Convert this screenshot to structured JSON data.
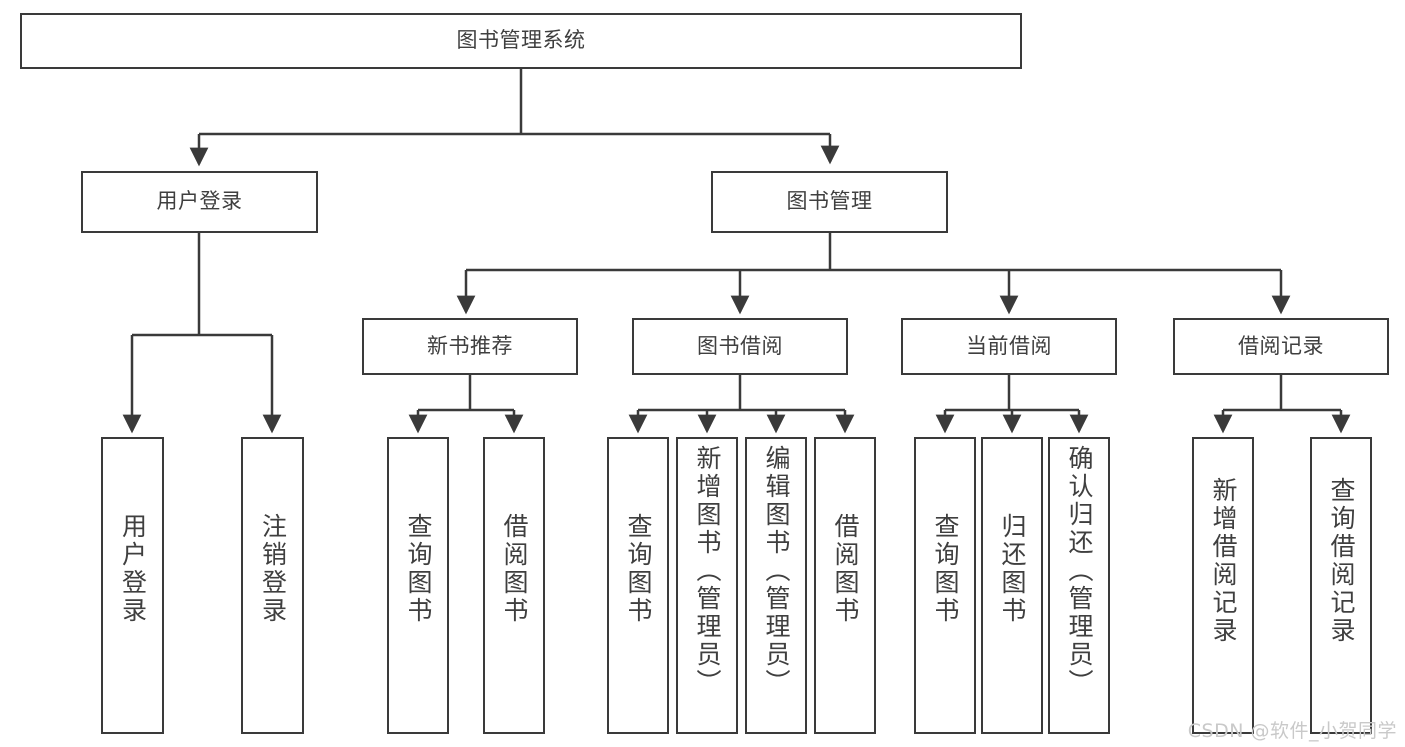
{
  "diagram": {
    "type": "tree",
    "title": "图书管理系统",
    "watermark": "CSDN @软件_小贺同学",
    "colors": {
      "stroke": "#3a3a3a",
      "text": "#3f3f3f",
      "background": "#ffffff",
      "watermark": "#c9c9c9"
    },
    "nodes": {
      "root": {
        "label": "图书管理系统",
        "orientation": "horizontal",
        "level": 0
      },
      "l1": [
        {
          "id": "user-login",
          "label": "用户登录",
          "orientation": "horizontal",
          "level": 1
        },
        {
          "id": "book-manage",
          "label": "图书管理",
          "orientation": "horizontal",
          "level": 1
        }
      ],
      "l2": [
        {
          "id": "new-book-recommend",
          "label": "新书推荐",
          "orientation": "horizontal",
          "level": 2,
          "parent": "book-manage"
        },
        {
          "id": "book-borrow",
          "label": "图书借阅",
          "orientation": "horizontal",
          "level": 2,
          "parent": "book-manage"
        },
        {
          "id": "current-borrow",
          "label": "当前借阅",
          "orientation": "horizontal",
          "level": 2,
          "parent": "book-manage"
        },
        {
          "id": "borrow-record",
          "label": "借阅记录",
          "orientation": "horizontal",
          "level": 2,
          "parent": "book-manage"
        }
      ],
      "leaves": [
        {
          "id": "leaf-user-login",
          "label": "用户登录",
          "orientation": "vertical",
          "parent": "user-login"
        },
        {
          "id": "leaf-user-logout",
          "label": "注销登录",
          "orientation": "vertical",
          "parent": "user-login"
        },
        {
          "id": "leaf-query-book-1",
          "label": "查询图书",
          "orientation": "vertical",
          "parent": "new-book-recommend"
        },
        {
          "id": "leaf-borrow-book-1",
          "label": "借阅图书",
          "orientation": "vertical",
          "parent": "new-book-recommend"
        },
        {
          "id": "leaf-query-book-2",
          "label": "查询图书",
          "orientation": "vertical",
          "parent": "book-borrow"
        },
        {
          "id": "leaf-add-book",
          "label": "新增图书（管理员）",
          "orientation": "vertical",
          "parent": "book-borrow"
        },
        {
          "id": "leaf-edit-book",
          "label": "编辑图书（管理员）",
          "orientation": "vertical",
          "parent": "book-borrow"
        },
        {
          "id": "leaf-borrow-book-2",
          "label": "借阅图书",
          "orientation": "vertical",
          "parent": "book-borrow"
        },
        {
          "id": "leaf-query-book-3",
          "label": "查询图书",
          "orientation": "vertical",
          "parent": "current-borrow"
        },
        {
          "id": "leaf-return-book",
          "label": "归还图书",
          "orientation": "vertical",
          "parent": "current-borrow"
        },
        {
          "id": "leaf-confirm-return",
          "label": "确认归还（管理员）",
          "orientation": "vertical",
          "parent": "current-borrow"
        },
        {
          "id": "leaf-add-record",
          "label": "新增借阅记录",
          "orientation": "vertical",
          "parent": "borrow-record"
        },
        {
          "id": "leaf-query-record",
          "label": "查询借阅记录",
          "orientation": "vertical",
          "parent": "borrow-record"
        }
      ]
    }
  }
}
